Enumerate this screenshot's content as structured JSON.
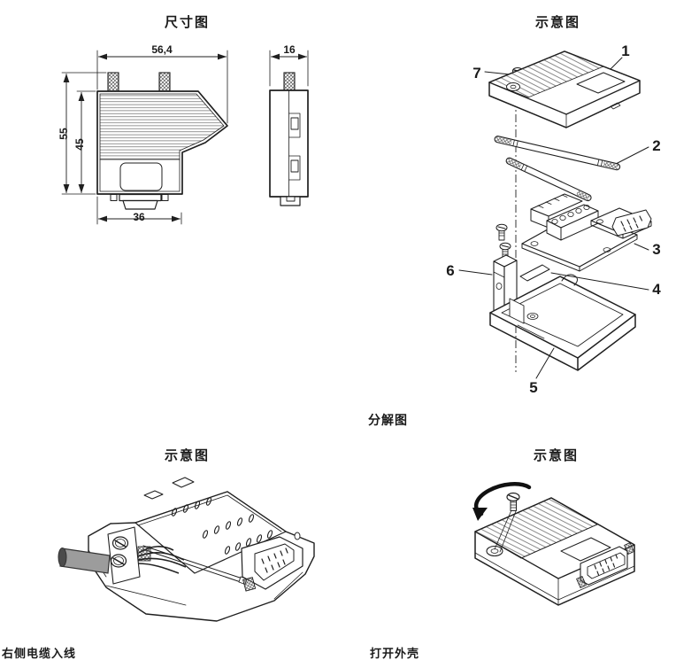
{
  "page": {
    "background": "#ffffff",
    "line_color": "#1f1f1f"
  },
  "titles": {
    "dimension": "尺寸图",
    "exploded": "示意图",
    "cable_entry": "示意图",
    "open_housing": "示意图"
  },
  "captions": {
    "exploded_view": "分解图",
    "cable_entry": "右侧电缆入线",
    "open_housing": "打开外壳"
  },
  "dimensions": {
    "overall_width": "56,4",
    "depth": "16",
    "overall_height": "55",
    "housing_height": "45",
    "connector_width": "36"
  },
  "callouts": {
    "c1": "1",
    "c2": "2",
    "c3": "3",
    "c4": "4",
    "c5": "5",
    "c6": "6",
    "c7": "7"
  },
  "colors": {
    "cable": "#9c9c9c",
    "cable_end": "#4b4b4b"
  }
}
